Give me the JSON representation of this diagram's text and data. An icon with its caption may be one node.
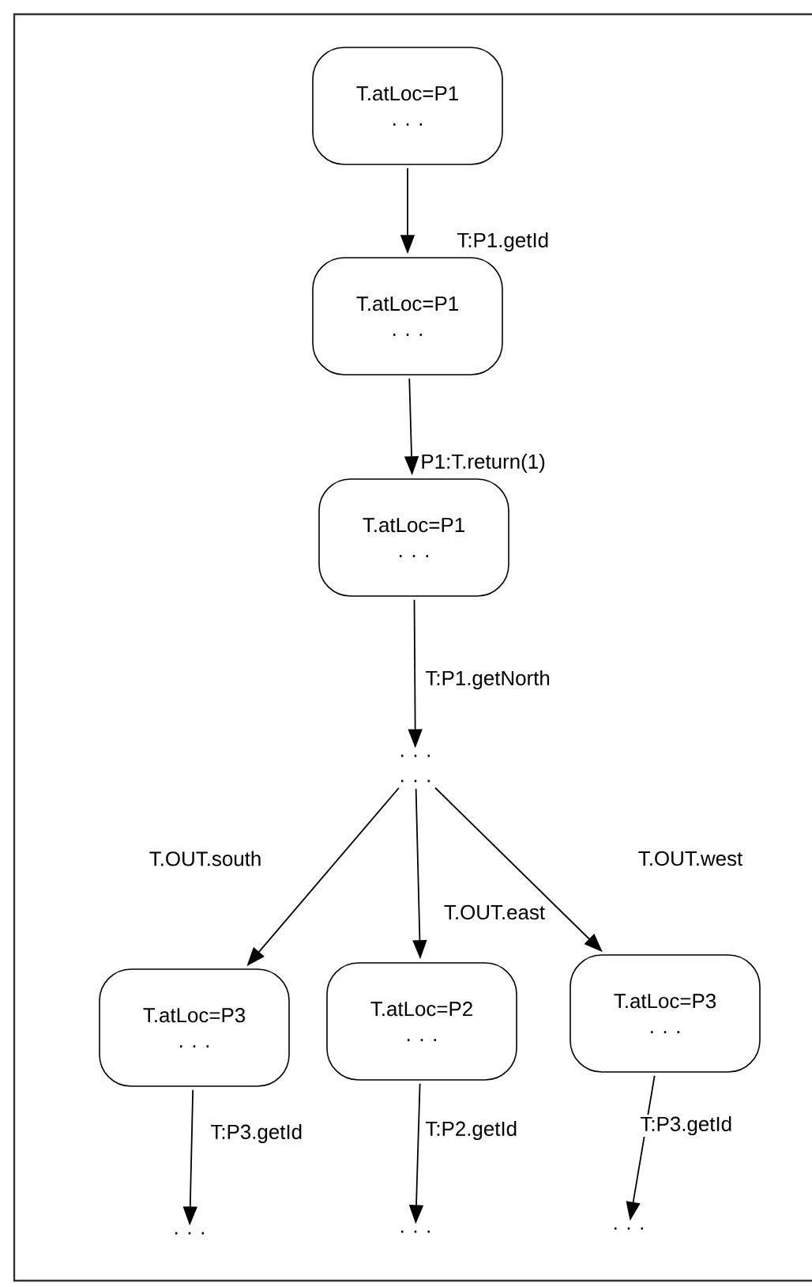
{
  "diagram": {
    "nodes": [
      {
        "text": [
          "T.atLoc=P1",
          ". . ."
        ]
      },
      {
        "text": [
          "T.atLoc=P1",
          ". . ."
        ]
      },
      {
        "text": [
          "T.atLoc=P1",
          ". . ."
        ]
      },
      {
        "text": [
          ". . .",
          ". . ."
        ]
      },
      {
        "text": [
          "T.atLoc=P3",
          ". . ."
        ]
      },
      {
        "text": [
          "T.atLoc=P2",
          ". . ."
        ]
      },
      {
        "text": [
          "T.atLoc=P3",
          ". . ."
        ]
      },
      {
        "text": [
          ". . ."
        ]
      },
      {
        "text": [
          ". . ."
        ]
      },
      {
        "text": [
          ". . ."
        ]
      }
    ],
    "edges": [
      {
        "from": 0,
        "to": 1,
        "arrow": "to",
        "label": "T:P1.getId"
      },
      {
        "from": 1,
        "to": 2,
        "arrow": "to",
        "label": "P1:T.return(1)"
      },
      {
        "from": 2,
        "to": 3,
        "arrow": "to",
        "label": "T:P1.getNorth"
      },
      {
        "from": 3,
        "to": 4,
        "arrow": "to",
        "label": "T.OUT.south"
      },
      {
        "from": 3,
        "to": 5,
        "arrow": "to",
        "label": "T.OUT.east"
      },
      {
        "from": 3,
        "to": 6,
        "arrow": "to",
        "label": "T.OUT.west"
      },
      {
        "from": 4,
        "to": 7,
        "arrow": "to",
        "label": "T:P3.getId"
      },
      {
        "from": 5,
        "to": 8,
        "arrow": "to",
        "label": "T:P2.getId"
      },
      {
        "from": 6,
        "to": 9,
        "arrow": "to",
        "label": "T:P3.getId"
      }
    ]
  }
}
